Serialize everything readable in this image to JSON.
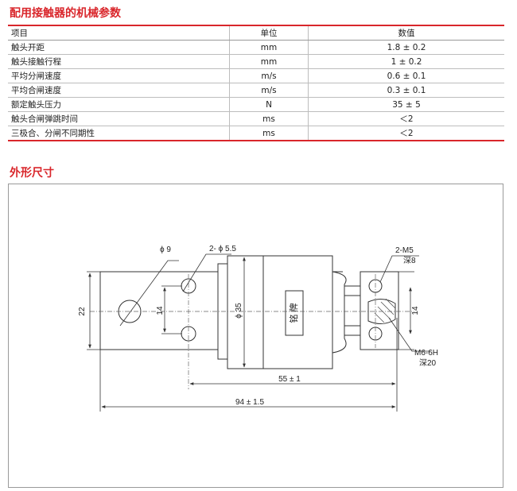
{
  "section1_title": "配用接触器的机械参数",
  "table": {
    "headers": [
      "项目",
      "单位",
      "数值"
    ],
    "rows": [
      [
        "触头开距",
        "mm",
        "1.8 ± 0.2"
      ],
      [
        "触头接触行程",
        "mm",
        "1 ± 0.2"
      ],
      [
        "平均分闸速度",
        "m/s",
        "0.6 ± 0.1"
      ],
      [
        "平均合闸速度",
        "m/s",
        "0.3 ± 0.1"
      ],
      [
        "额定触头压力",
        "N",
        "35 ± 5"
      ],
      [
        "触头合闸弹跳时间",
        "ms",
        "＜2"
      ],
      [
        "三极合、分闸不同期性",
        "ms",
        "＜2"
      ]
    ]
  },
  "section2_title": "外形尺寸",
  "drawing_labels": {
    "hole_dia": "ϕ 9",
    "two_holes": "2- ϕ 5.5",
    "dim_22": "22",
    "dim_14_left": "14",
    "dim_35": "ϕ 35",
    "nameplate": "铭 牌",
    "thread_m5": "2-M5",
    "depth_8": "深8",
    "dim_14_right": "14",
    "thread_m6": "M6-6H",
    "depth_20": "深20",
    "dim_55": "55 ± 1",
    "dim_94": "94 ± 1.5"
  }
}
